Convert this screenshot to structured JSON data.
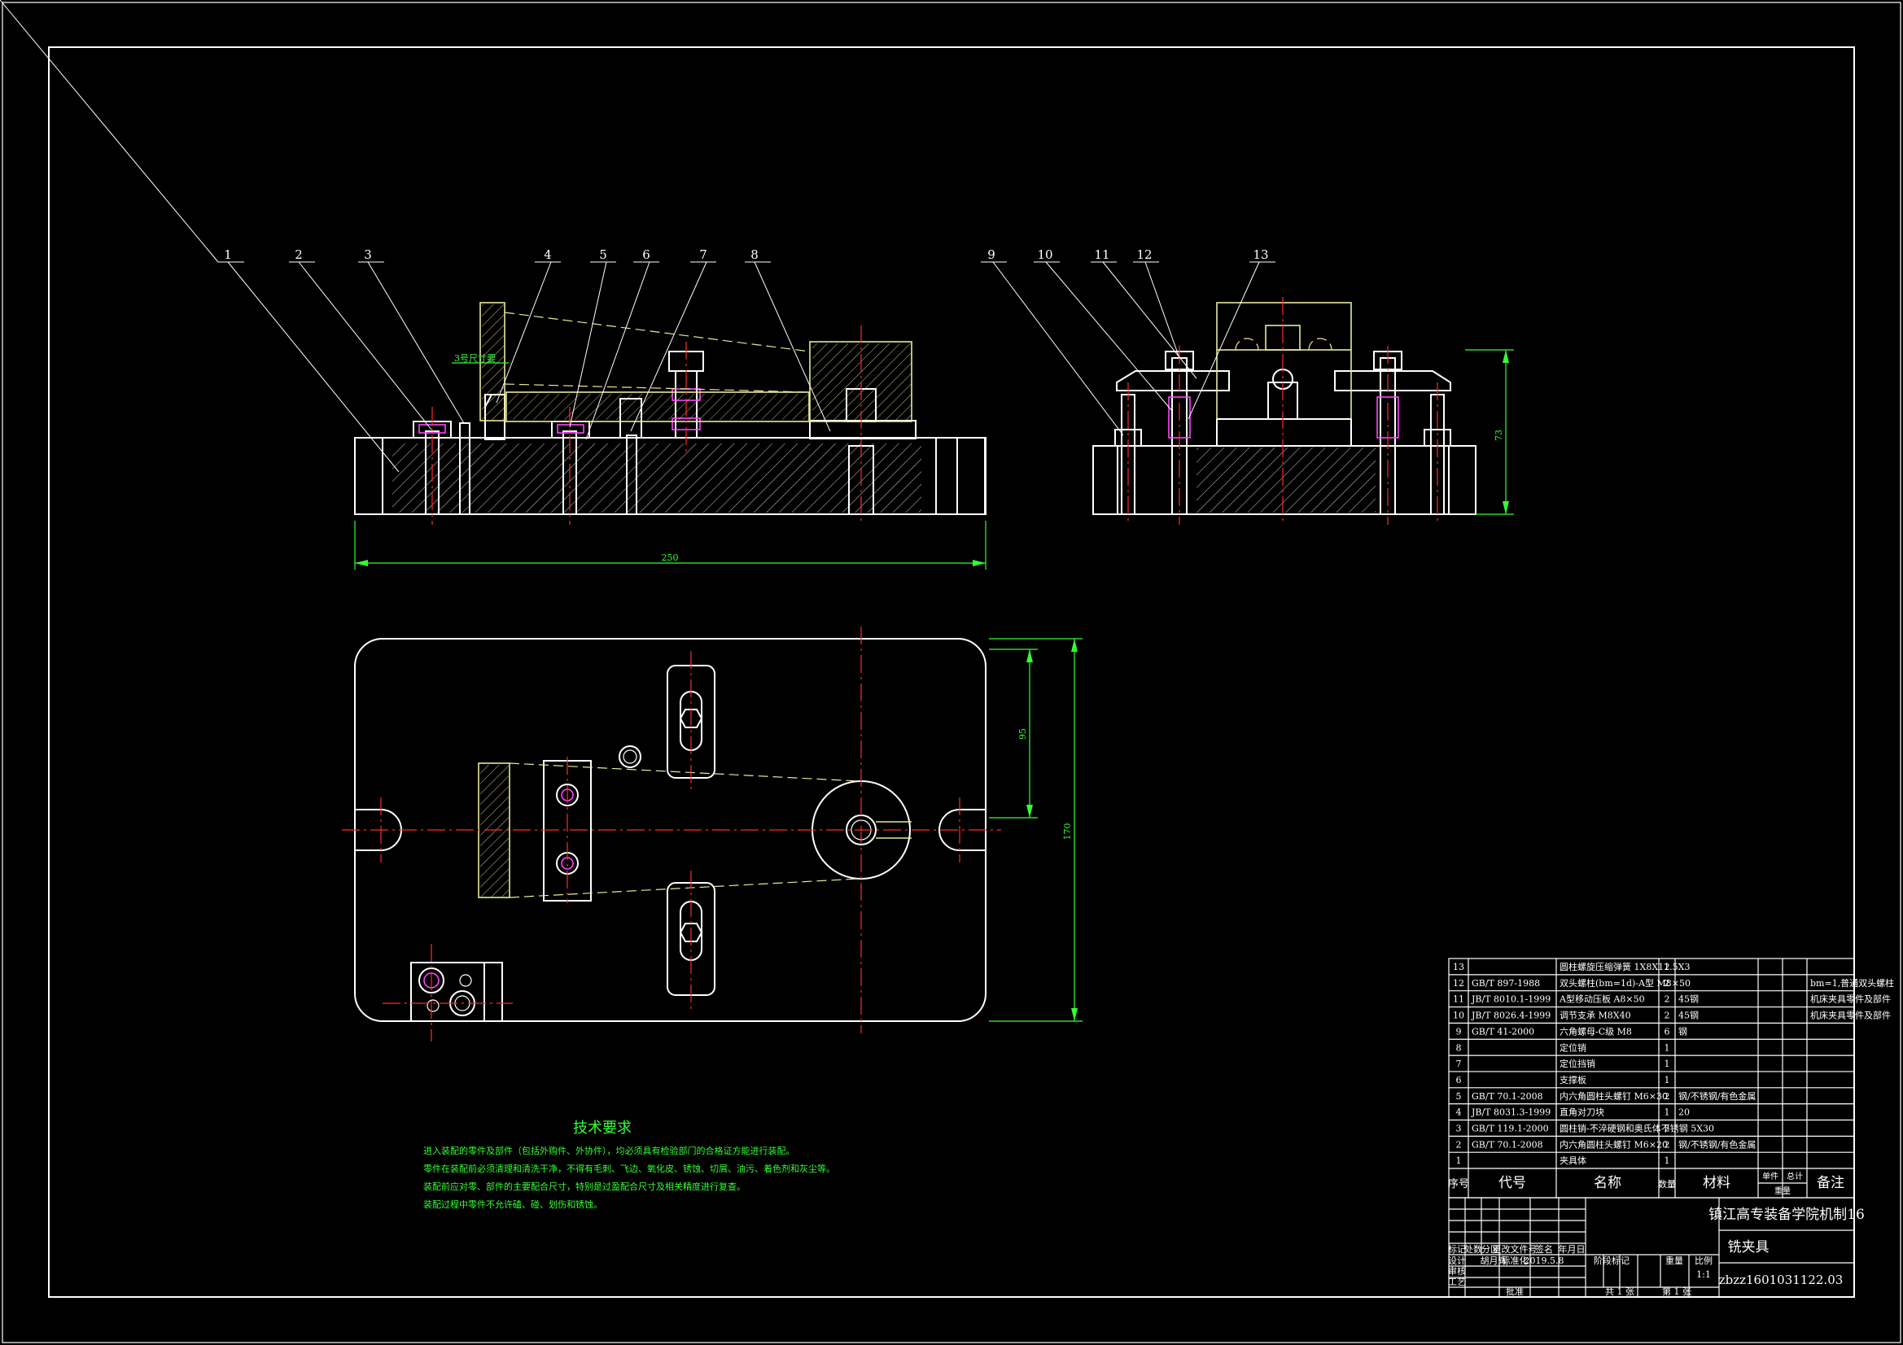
{
  "colors": {
    "background": "#000000",
    "frame": "#ffffff",
    "outline": "#ffffff",
    "center_line": "#ff2a2a",
    "hidden": "#e8e89a",
    "dimension": "#33ff33",
    "hatch": "#ffffff"
  },
  "balloons": [
    "1",
    "2",
    "3",
    "4",
    "5",
    "6",
    "7",
    "8",
    "9",
    "10",
    "11",
    "12",
    "13"
  ],
  "dims": {
    "length": "250",
    "width": "170",
    "pitch": "95",
    "height": "73"
  },
  "annotation": "3号尺寸要",
  "tech": {
    "title": "技术要求",
    "lines": [
      "进入装配的零件及部件（包括外购件、外协件），均必须具有检验部门的合格证方能进行装配。",
      "零件在装配前必须清理和清洗干净，不得有毛刺、飞边、氧化皮、锈蚀、切屑、油污、着色剂和灰尘等。",
      "装配前应对零、部件的主要配合尺寸，特别是过盈配合尺寸及相关精度进行复查。",
      "装配过程中零件不允许磕、碰、划伤和锈蚀。"
    ]
  },
  "bom": {
    "rows": [
      {
        "no": "13",
        "code": "",
        "name": "圆柱螺旋压缩弹簧 1X8X11.5X3",
        "qty": "2",
        "material": "",
        "note": ""
      },
      {
        "no": "12",
        "code": "GB/T 897-1988",
        "name": "双头螺柱(bm=1d)-A型 M8×50",
        "qty": "2",
        "material": "",
        "note": "bm=1,普通双头螺柱"
      },
      {
        "no": "11",
        "code": "JB/T 8010.1-1999",
        "name": "A型移动压板 A8×50",
        "qty": "2",
        "material": "45钢",
        "note": "机床夹具零件及部件"
      },
      {
        "no": "10",
        "code": "JB/T 8026.4-1999",
        "name": "调节支承 M8X40",
        "qty": "2",
        "material": "45钢",
        "note": "机床夹具零件及部件"
      },
      {
        "no": "9",
        "code": "GB/T 41-2000",
        "name": "六角螺母-C级 M8",
        "qty": "6",
        "material": "钢",
        "note": ""
      },
      {
        "no": "8",
        "code": "",
        "name": "定位销",
        "qty": "1",
        "material": "",
        "note": ""
      },
      {
        "no": "7",
        "code": "",
        "name": "定位挡销",
        "qty": "1",
        "material": "",
        "note": ""
      },
      {
        "no": "6",
        "code": "",
        "name": "支撑板",
        "qty": "1",
        "material": "",
        "note": ""
      },
      {
        "no": "5",
        "code": "GB/T 70.1-2008",
        "name": "内六角圆柱头螺钉 M6×30",
        "qty": "2",
        "material": "钢/不锈钢/有色金属",
        "note": ""
      },
      {
        "no": "4",
        "code": "JB/T 8031.3-1999",
        "name": "直角对刀块",
        "qty": "1",
        "material": "20",
        "note": ""
      },
      {
        "no": "3",
        "code": "GB/T 119.1-2000",
        "name": "圆柱销-不淬硬钢和奥氏体不锈钢 5X30",
        "qty": "2",
        "material": "",
        "note": ""
      },
      {
        "no": "2",
        "code": "GB/T 70.1-2008",
        "name": "内六角圆柱头螺钉 M6×20",
        "qty": "2",
        "material": "钢/不锈钢/有色金属",
        "note": ""
      },
      {
        "no": "1",
        "code": "",
        "name": "夹具体",
        "qty": "1",
        "material": "",
        "note": ""
      }
    ],
    "header": {
      "no": "序号",
      "code": "代号",
      "name": "名称",
      "qty": "数量",
      "material": "材料",
      "unit_weight": "单件",
      "total_weight": "总计",
      "weight": "重量",
      "note": "备注"
    }
  },
  "title_block": {
    "school": "镇江高专装备学院机制16",
    "drawing_name": "铣夹具",
    "drawing_no": "zbzz1601031122.03",
    "designer": "胡月辉",
    "date": "2019.5.8",
    "labels": [
      "标记",
      "处数",
      "分区",
      "更改文件号",
      "签名",
      "年月日",
      "设计",
      "标准化",
      "审核",
      "工艺",
      "批准",
      "阶段标记",
      "重量",
      "比例"
    ],
    "scale": "1:1",
    "sheets_total": "共 1 张",
    "sheet_no": "第 1 张"
  }
}
